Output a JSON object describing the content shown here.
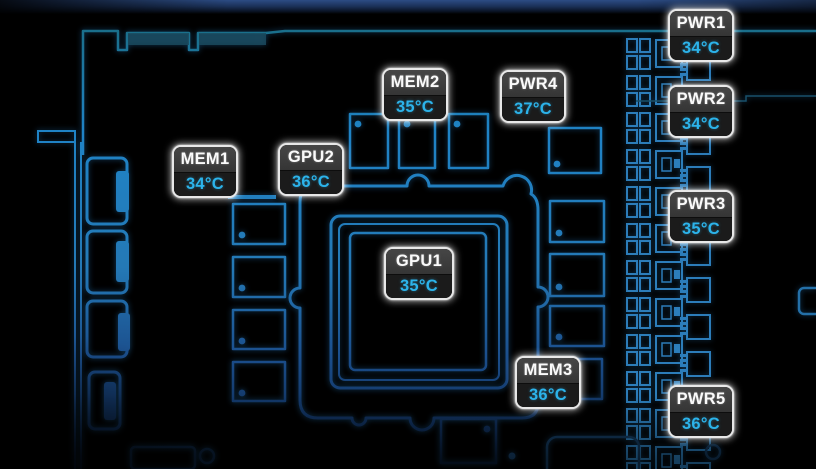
{
  "colors": {
    "temperature_text": "#2CB3EA",
    "board_trace_blue": "#1F83C6",
    "board_trace_teal": "#1A6D85",
    "label_border": "#E8E8E8",
    "label_name_bg": "#3C3C3C",
    "label_temp_bg": "#1B1B1B"
  },
  "sensors": [
    {
      "id": "MEM1",
      "temp": "34°C"
    },
    {
      "id": "MEM2",
      "temp": "35°C"
    },
    {
      "id": "MEM3",
      "temp": "36°C"
    },
    {
      "id": "GPU1",
      "temp": "35°C"
    },
    {
      "id": "GPU2",
      "temp": "36°C"
    },
    {
      "id": "PWR1",
      "temp": "34°C"
    },
    {
      "id": "PWR2",
      "temp": "34°C"
    },
    {
      "id": "PWR3",
      "temp": "35°C"
    },
    {
      "id": "PWR4",
      "temp": "37°C"
    },
    {
      "id": "PWR5",
      "temp": "36°C"
    }
  ]
}
